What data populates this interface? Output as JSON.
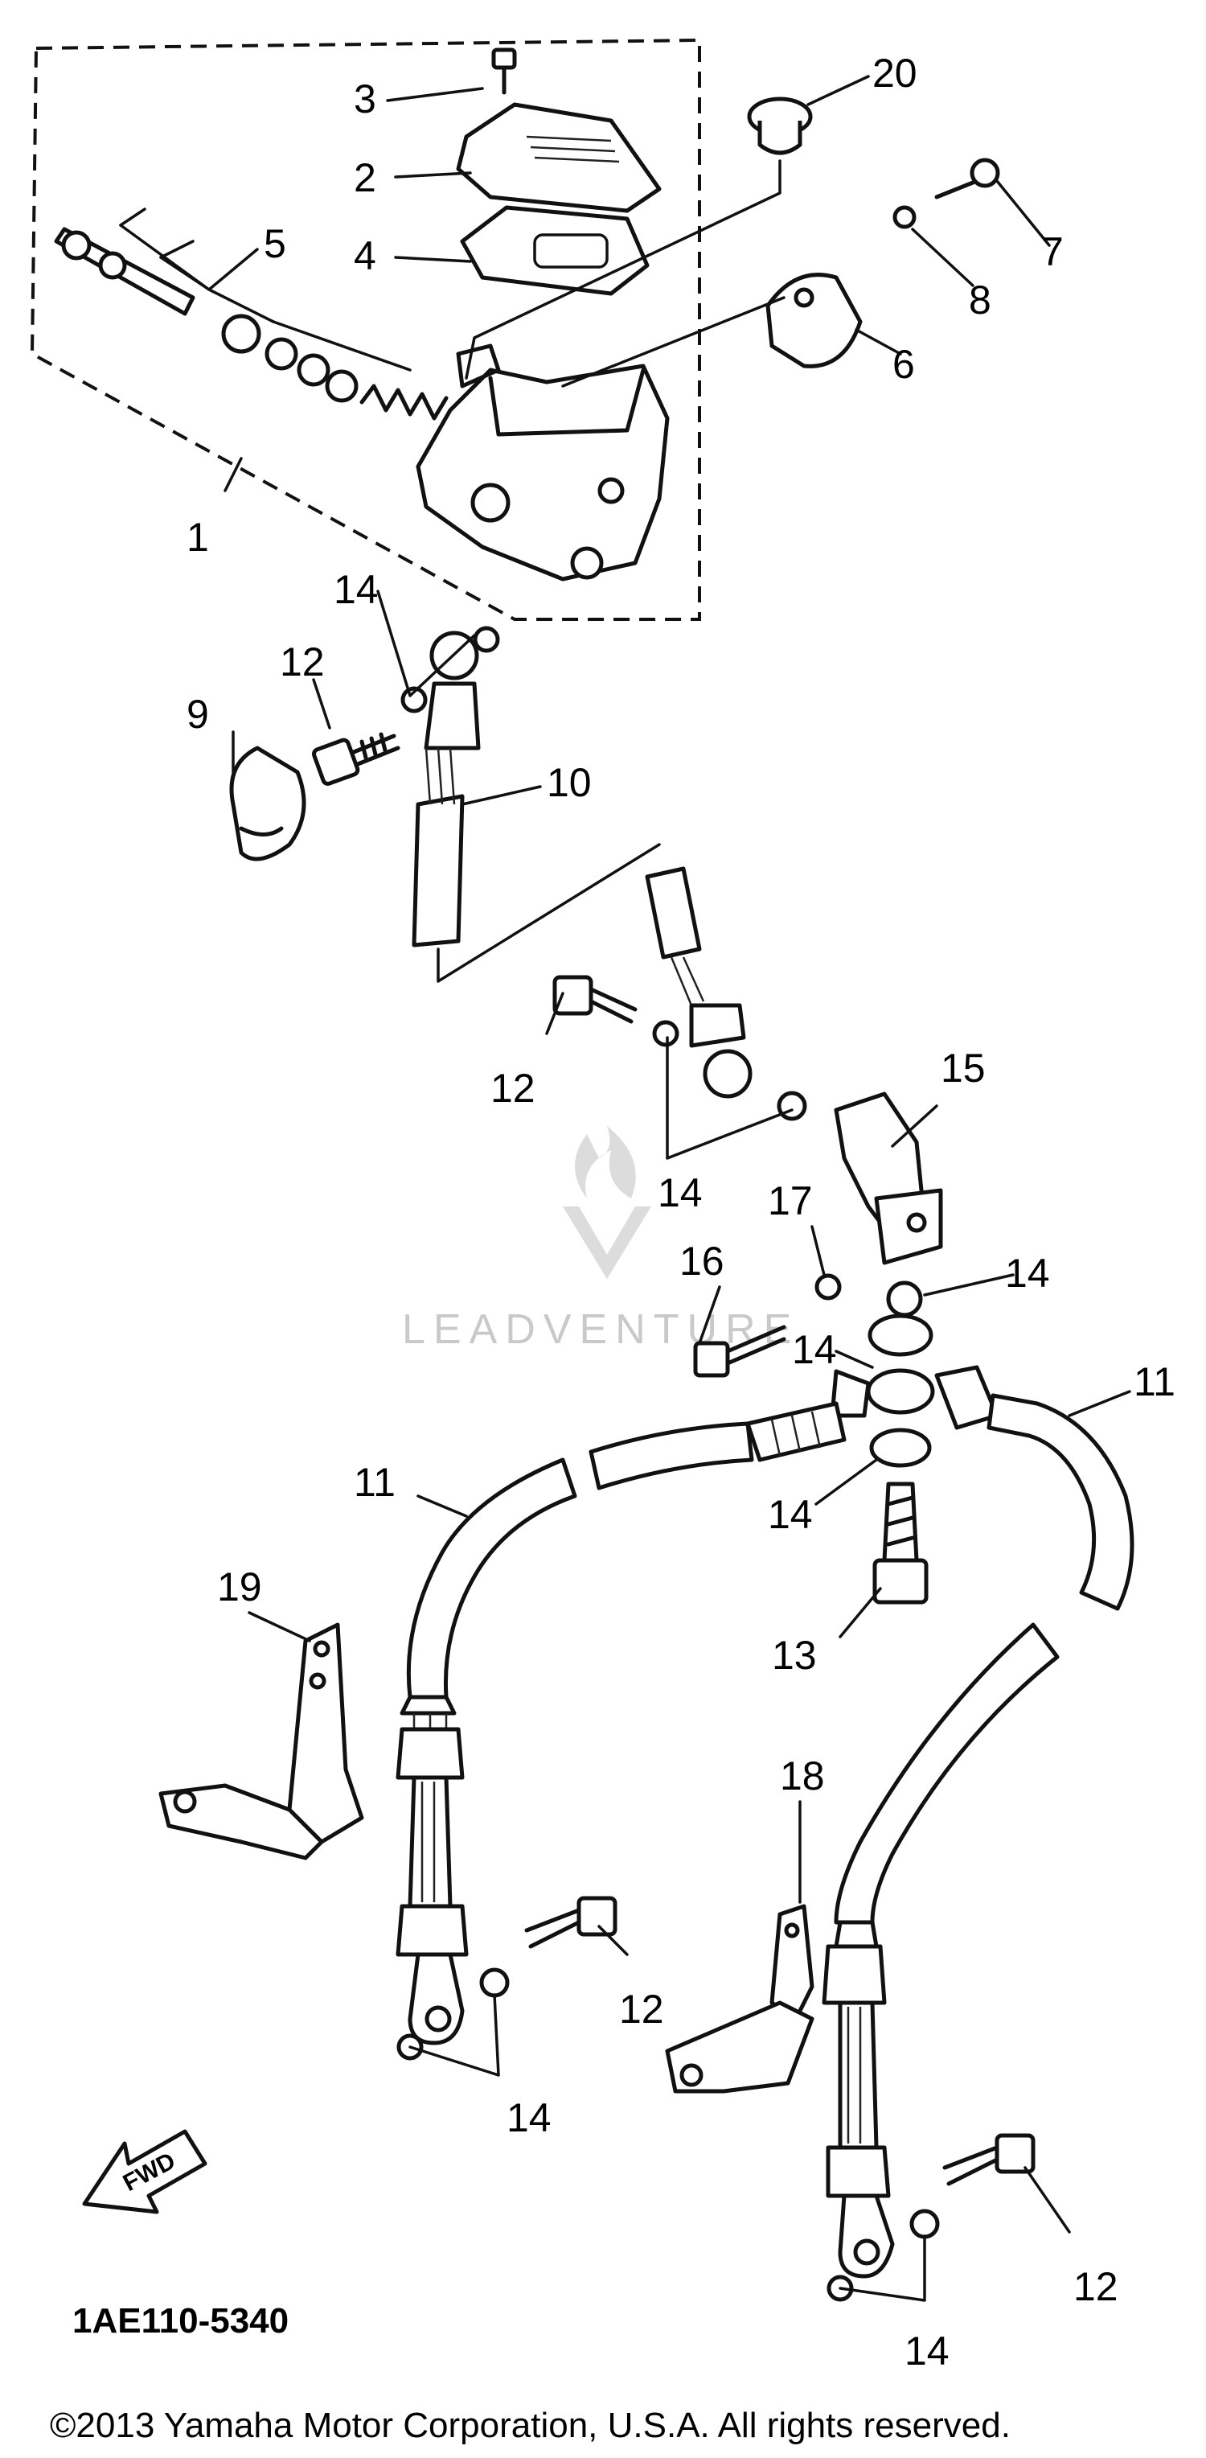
{
  "diagram": {
    "callouts": [
      {
        "id": "c1",
        "label": "1"
      },
      {
        "id": "c2",
        "label": "2"
      },
      {
        "id": "c3",
        "label": "3"
      },
      {
        "id": "c4",
        "label": "4"
      },
      {
        "id": "c5",
        "label": "5"
      },
      {
        "id": "c6",
        "label": "6"
      },
      {
        "id": "c7",
        "label": "7"
      },
      {
        "id": "c8",
        "label": "8"
      },
      {
        "id": "c9",
        "label": "9"
      },
      {
        "id": "c10",
        "label": "10"
      },
      {
        "id": "c11a",
        "label": "11"
      },
      {
        "id": "c11b",
        "label": "11"
      },
      {
        "id": "c12a",
        "label": "12"
      },
      {
        "id": "c12b",
        "label": "12"
      },
      {
        "id": "c12c",
        "label": "12"
      },
      {
        "id": "c12d",
        "label": "12"
      },
      {
        "id": "c13",
        "label": "13"
      },
      {
        "id": "c14a",
        "label": "14"
      },
      {
        "id": "c14b",
        "label": "14"
      },
      {
        "id": "c14c",
        "label": "14"
      },
      {
        "id": "c14d",
        "label": "14"
      },
      {
        "id": "c14e",
        "label": "14"
      },
      {
        "id": "c14f",
        "label": "14"
      },
      {
        "id": "c14g",
        "label": "14"
      },
      {
        "id": "c15",
        "label": "15"
      },
      {
        "id": "c16",
        "label": "16"
      },
      {
        "id": "c17",
        "label": "17"
      },
      {
        "id": "c18",
        "label": "18"
      },
      {
        "id": "c19",
        "label": "19"
      },
      {
        "id": "c20",
        "label": "20"
      }
    ],
    "diagram_code": "1AE110-5340",
    "forward_arrow_label": "FWD",
    "copyright": "©2013 Yamaha Motor Corporation, U.S.A. All rights reserved.",
    "watermark": "LEADVENTURE"
  }
}
